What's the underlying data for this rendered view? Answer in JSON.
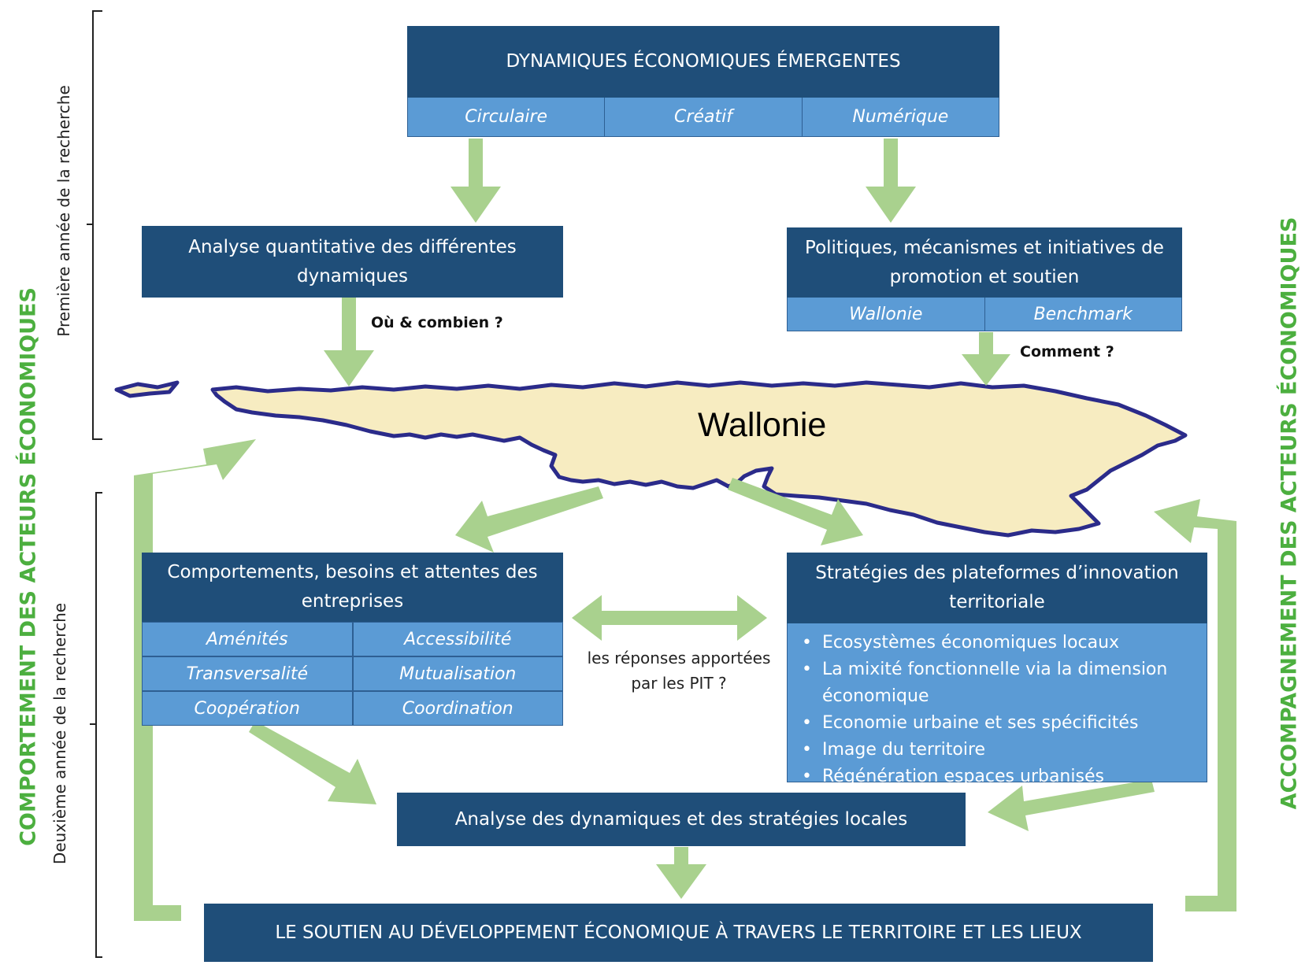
{
  "colors": {
    "dark_box": "#1f4e79",
    "light_box": "#5b9bd5",
    "green_arrow": "#a9d18e",
    "side_green": "#4caf3f",
    "map_fill": "#f7ecc1",
    "map_border": "#2b2b8a"
  },
  "top": {
    "title": "DYNAMIQUES ÉCONOMIQUES ÉMERGENTES",
    "cells": [
      "Circulaire",
      "Créatif",
      "Numérique"
    ]
  },
  "analyse_quant": {
    "title": "Analyse quantitative des différentes dynamiques"
  },
  "politiques": {
    "title": "Politiques, mécanismes et initiatives de promotion et soutien",
    "cells": [
      "Wallonie",
      "Benchmark"
    ]
  },
  "q_ou": "Où & combien ?",
  "q_comment": "Comment ?",
  "map": {
    "label": "Wallonie"
  },
  "comportements": {
    "title": "Comportements, besoins et attentes des entreprises",
    "cells": [
      "Aménités",
      "Accessibilité",
      "Transversalité",
      "Mutualisation",
      "Coopération",
      "Coordination"
    ]
  },
  "strategies": {
    "title": "Stratégies des plateformes d’innovation territoriale",
    "bullets": [
      "Ecosystèmes économiques locaux",
      "La mixité fonctionnelle via la dimension économique",
      "Economie urbaine et ses spécificités",
      "Image du territoire",
      "Régénération espaces urbanisés"
    ]
  },
  "reponses": "les réponses apportées par les PIT ?",
  "analyse_dyn": {
    "title": "Analyse des dynamiques et des stratégies locales"
  },
  "soutien": {
    "title": "LE SOUTIEN AU DÉVELOPPEMENT ÉCONOMIQUE À TRAVERS LE TERRITOIRE ET LES LIEUX"
  },
  "side": {
    "left_green": "COMPORTEMENT DES ACTEURS ÉCONOMIQUES",
    "right_green": "ACCOMPAGNEMENT DES ACTEURS ÉCONOMIQUES",
    "year1": "Première année de la recherche",
    "year2": "Deuxième année de la recherche"
  }
}
